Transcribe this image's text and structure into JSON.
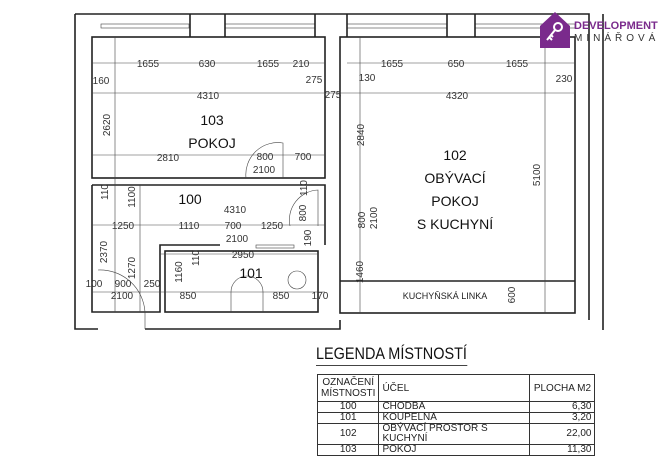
{
  "rooms": {
    "r103": {
      "number": "103",
      "name": "POKOJ"
    },
    "r100": {
      "number": "100"
    },
    "r101": {
      "number": "101"
    },
    "r102": {
      "number": "102",
      "line1": "OBÝVACÍ",
      "line2": "POKOJ",
      "line3": "S KUCHYNÍ"
    },
    "kitchen_label": "KUCHYŇSKÁ LINKA"
  },
  "dimensions": [
    "1655",
    "630",
    "1655",
    "210",
    "160",
    "275",
    "4310",
    "275",
    "2620",
    "2810",
    "800",
    "700",
    "2100",
    "110",
    "1100",
    "4310",
    "1250",
    "1110",
    "700",
    "1250",
    "2100",
    "800",
    "110",
    "190",
    "2950",
    "2370",
    "1270",
    "1160",
    "110",
    "100",
    "900",
    "250",
    "2100",
    "850",
    "850",
    "170",
    "130",
    "1655",
    "650",
    "1655",
    "230",
    "4320",
    "2840",
    "5100",
    "800",
    "2100",
    "1460",
    "600"
  ],
  "legend": {
    "title": "LEGENDA MÍSTNOSTÍ",
    "headers": {
      "id": "OZNAČENÍ MÍSTNOSTI",
      "purpose": "ÚČEL",
      "area": "PLOCHA  M2"
    },
    "rows": [
      {
        "id": "100",
        "purpose": "CHODBA",
        "area": "6,30"
      },
      {
        "id": "101",
        "purpose": "KOUPELNA",
        "area": "3,20"
      },
      {
        "id": "102",
        "purpose": "OBÝVACÍ  PROSTOR  S  KUCHYNÍ",
        "area": "22,00"
      },
      {
        "id": "103",
        "purpose": "POKOJ",
        "area": "11,30"
      }
    ]
  },
  "logo": {
    "line1": "DEVELOPMENT",
    "line2": "MINÁŘOVÁ",
    "color": "#7a2a8c",
    "icon": "house-key-icon"
  }
}
